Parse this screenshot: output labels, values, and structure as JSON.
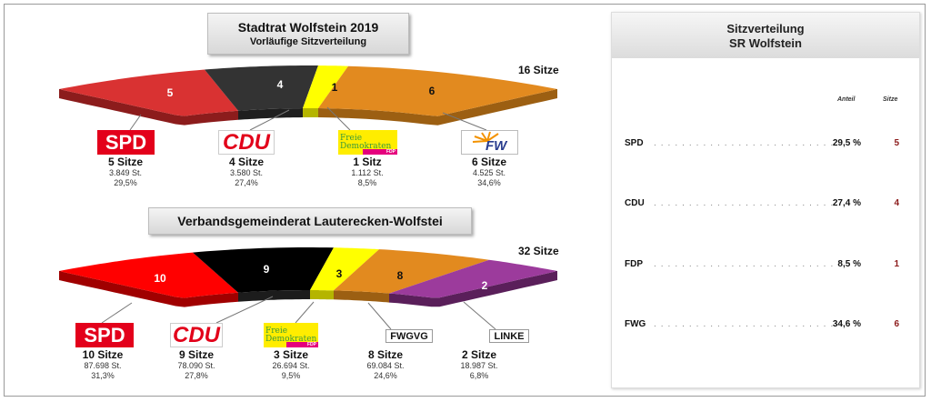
{
  "charts": [
    {
      "title": "Stadtrat Wolfstein 2019",
      "subtitle": "Vorläufige Sitzverteilung",
      "total_label": "16 Sitze",
      "segments": [
        {
          "party": "SPD",
          "seats": 5,
          "seats_label": "5 Sitze",
          "votes": "3.849 St.",
          "pct": "29,5%",
          "color": "#d93232",
          "side": "#8c1c1c",
          "text_color": "#ffffff"
        },
        {
          "party": "CDU",
          "seats": 4,
          "seats_label": "4 Sitze",
          "votes": "3.580 St.",
          "pct": "27,4%",
          "color": "#333333",
          "side": "#1f1f1f",
          "text_color": "#ffffff"
        },
        {
          "party": "Freie Demokraten",
          "seats": 1,
          "seats_label": "1 Sitz",
          "votes": "1.112 St.",
          "pct": "8,5%",
          "color": "#ffff00",
          "side": "#b5b500",
          "text_color": "#111111"
        },
        {
          "party": "FW",
          "seats": 6,
          "seats_label": "6 Sitze",
          "votes": "4.525 St.",
          "pct": "34,6%",
          "color": "#e28a1f",
          "side": "#9c5f12",
          "text_color": "#111111"
        }
      ]
    },
    {
      "title": "Verbandsgemeinderat Lauterecken-Wolfstei",
      "total_label": "32 Sitze",
      "segments": [
        {
          "party": "SPD",
          "seats": 10,
          "seats_label": "10 Sitze",
          "votes": "87.698 St.",
          "pct": "31,3%",
          "color": "#ff0000",
          "side": "#a00000",
          "text_color": "#ffffff"
        },
        {
          "party": "CDU",
          "seats": 9,
          "seats_label": "9 Sitze",
          "votes": "78.090 St.",
          "pct": "27,8%",
          "color": "#000000",
          "side": "#1c1c1c",
          "text_color": "#ffffff"
        },
        {
          "party": "Freie Demokraten",
          "seats": 3,
          "seats_label": "3 Sitze",
          "votes": "26.694 St.",
          "pct": "9,5%",
          "color": "#ffff00",
          "side": "#b5b500",
          "text_color": "#111111"
        },
        {
          "party": "FWGVG",
          "seats": 8,
          "seats_label": "8 Sitze",
          "votes": "69.084 St.",
          "pct": "24,6%",
          "color": "#e28a1f",
          "side": "#9c5f12",
          "text_color": "#111111"
        },
        {
          "party": "LINKE",
          "seats": 2,
          "seats_label": "2 Sitze",
          "votes": "18.987 St.",
          "pct": "6,8%",
          "color": "#9c3b9c",
          "side": "#5a1f5a",
          "text_color": "#ffffff"
        }
      ]
    }
  ],
  "logos": {
    "spd": "SPD",
    "cdu": "CDU",
    "fdp_line1": "Freie",
    "fdp_line2": "Demokraten",
    "fdp_tag": "FDP",
    "fw": "FW"
  },
  "panel": {
    "title_line1": "Sitzverteilung",
    "title_line2": "SR Wolfstein",
    "col_share": "Anteil",
    "col_seats": "Sitze",
    "rows": [
      {
        "party": "SPD",
        "share": "29,5 %",
        "seats": "5"
      },
      {
        "party": "CDU",
        "share": "27,4 %",
        "seats": "4"
      },
      {
        "party": "FDP",
        "share": "8,5 %",
        "seats": "1"
      },
      {
        "party": "FWG",
        "share": "34,6 %",
        "seats": "6"
      }
    ]
  }
}
